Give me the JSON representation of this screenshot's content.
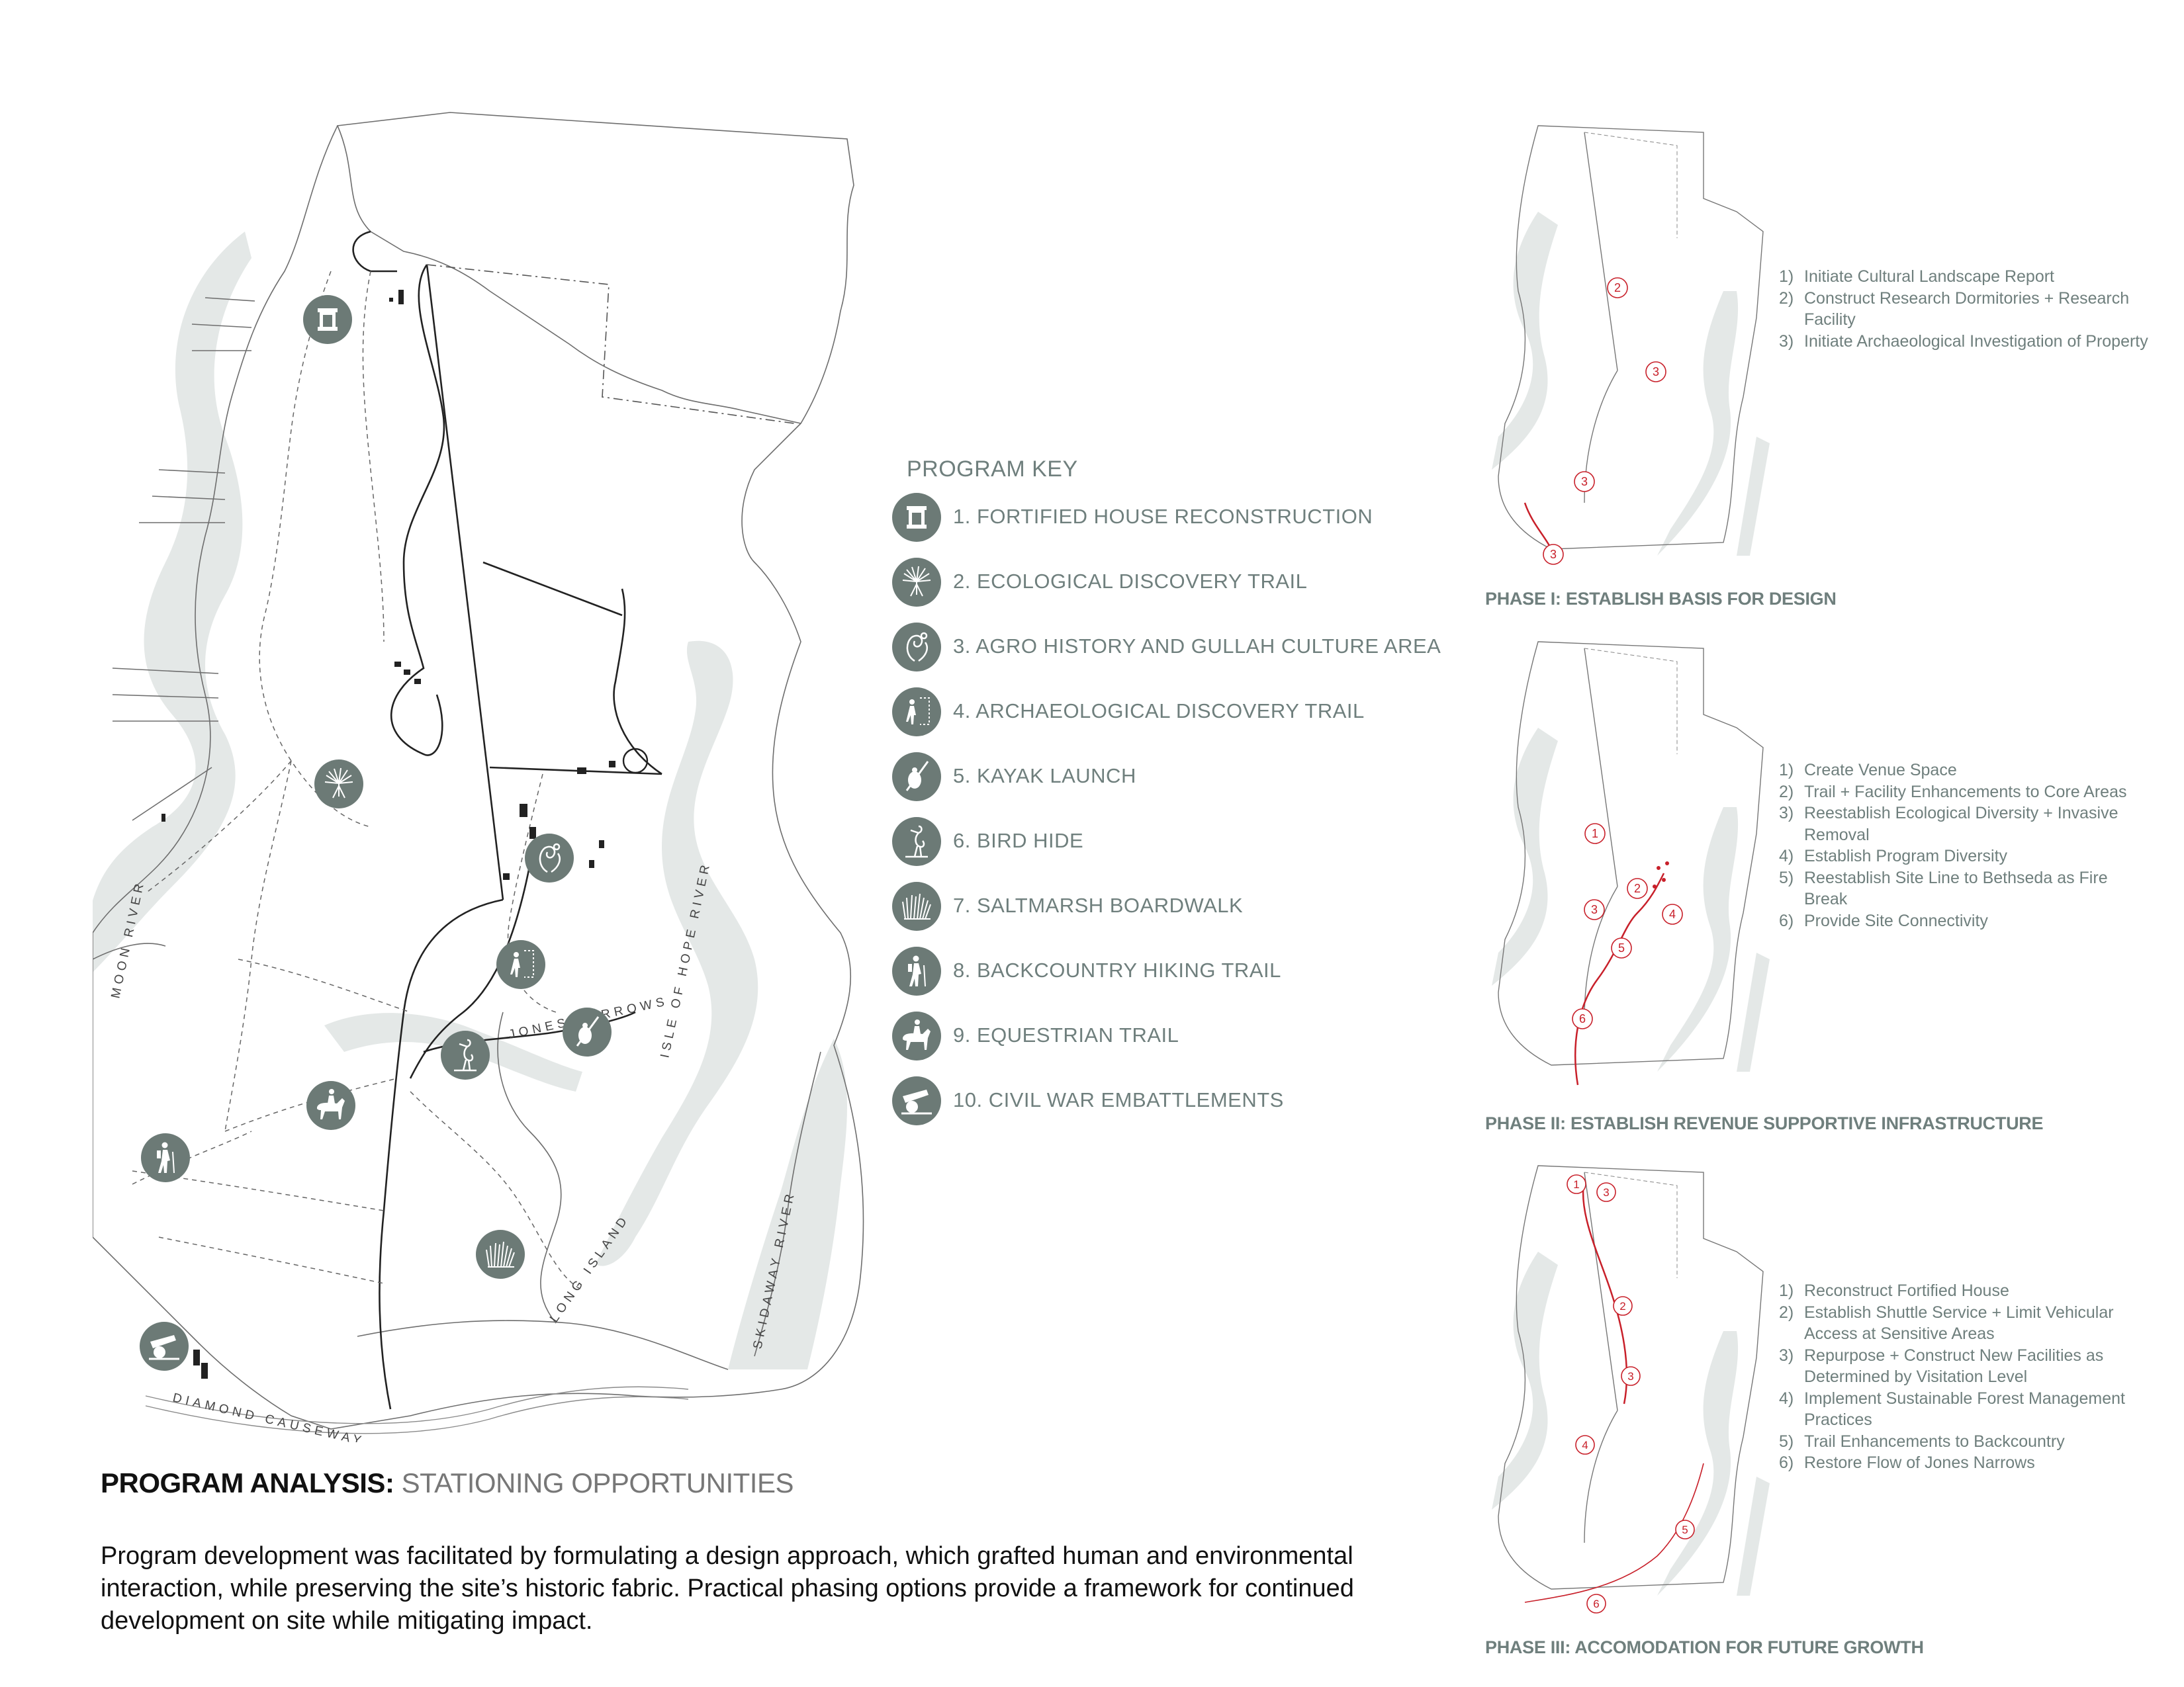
{
  "program_key": {
    "title": "PROGRAM KEY",
    "items": [
      {
        "label": "1.  FORTIFIED HOUSE RECONSTRUCTION",
        "icon": "fortified-house-icon"
      },
      {
        "label": "2.  ECOLOGICAL DISCOVERY TRAIL",
        "icon": "palmetto-icon"
      },
      {
        "label": "3.  AGRO HISTORY AND GULLAH CULTURE AREA",
        "icon": "agro-plant-icon"
      },
      {
        "label": "4.  ARCHAEOLOGICAL DISCOVERY TRAIL",
        "icon": "archaeologist-icon"
      },
      {
        "label": "5.  KAYAK LAUNCH",
        "icon": "kayak-icon"
      },
      {
        "label": "6.  BIRD HIDE",
        "icon": "heron-icon"
      },
      {
        "label": "7.  SALTMARSH BOARDWALK",
        "icon": "marsh-grass-icon"
      },
      {
        "label": "8.  BACKCOUNTRY HIKING TRAIL",
        "icon": "hiker-icon"
      },
      {
        "label": "9.  EQUESTRIAN TRAIL",
        "icon": "horse-rider-icon"
      },
      {
        "label": "10.  CIVIL WAR EMBATTLEMENTS",
        "icon": "cannon-icon"
      }
    ]
  },
  "map_labels": {
    "moon_river": "MOON RIVER",
    "isle_of_hope_river": "ISLE OF HOPE RIVER",
    "jones_narrows": "JONES NARROWS",
    "long_island": "LONG ISLAND",
    "skidaway_river": "SKIDAWAY RIVER",
    "diamond_causeway": "DIAMOND CAUSEWAY"
  },
  "phases": [
    {
      "title": "PHASE I: ESTABLISH BASIS FOR DESIGN",
      "steps": [
        "Initiate Cultural Landscape Report",
        "Construct Research Dormitories + Research Facility",
        "Initiate Archaeological Investigation of Property"
      ],
      "markers": [
        "2",
        "3",
        "3",
        "3"
      ]
    },
    {
      "title": "PHASE II: ESTABLISH REVENUE SUPPORTIVE INFRASTRUCTURE",
      "steps": [
        "Create Venue Space",
        "Trail + Facility Enhancements to Core Areas",
        "Reestablish Ecological Diversity + Invasive Removal",
        "Establish Program Diversity",
        "Reestablish Site Line to Bethseda as Fire Break",
        "Provide Site Connectivity"
      ],
      "markers": [
        "1",
        "2",
        "3",
        "4",
        "5",
        "6"
      ]
    },
    {
      "title": "PHASE III: ACCOMODATION FOR FUTURE GROWTH",
      "steps": [
        "Reconstruct Fortified House",
        "Establish Shuttle Service + Limit Vehicular Access at Sensitive Areas",
        "Repurpose + Construct New Facilities as Determined by Visitation Level",
        "Implement Sustainable Forest Management Practices",
        "Trail Enhancements to Backcountry",
        "Restore Flow of Jones Narrows"
      ],
      "markers": [
        "1",
        "3",
        "2",
        "3",
        "4",
        "5",
        "6"
      ]
    }
  ],
  "analysis": {
    "title_bold": "PROGRAM ANALYSIS:",
    "title_light": " STATIONING OPPORTUNITIES",
    "body": "Program development was facilitated by formulating a design approach, which grafted human and environmental interaction, while preserving the site’s historic fabric.  Practical phasing options provide a framework for continued development on site while mitigating impact."
  },
  "colors": {
    "icon_fill": "#6c7a76",
    "water": "#e4e8e7",
    "phase_red": "#c8202a",
    "text_gray": "#6f7f7d"
  }
}
